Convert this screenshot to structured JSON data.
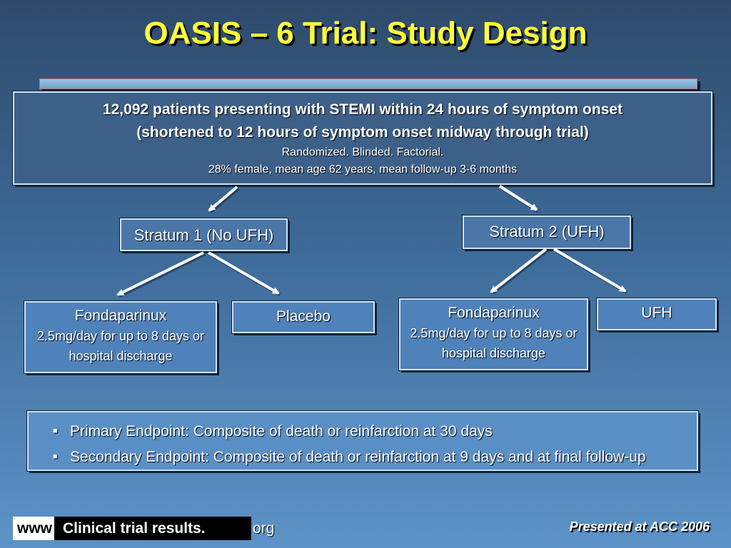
{
  "title": "OASIS – 6 Trial: Study Design",
  "population": {
    "line1": "12,092 patients presenting with STEMI within 24 hours of symptom onset",
    "line2": "(shortened to 12 hours of symptom onset midway through trial)",
    "line3": "Randomized. Blinded. Factorial.",
    "line4": "28% female, mean age 62 years, mean follow-up 3-6 months"
  },
  "strata": [
    {
      "label": "Stratum 1 (No UFH)"
    },
    {
      "label": "Stratum 2 (UFH)"
    }
  ],
  "arms": [
    {
      "name": "Fondaparinux",
      "detail": "2.5mg/day for up to 8 days or hospital discharge"
    },
    {
      "name": "Placebo"
    },
    {
      "name": "Fondaparinux",
      "detail": "2.5mg/day for up to 8 days or hospital discharge"
    },
    {
      "name": "UFH"
    }
  ],
  "endpoints": [
    "Primary Endpoint: Composite of  death or reinfarction at 30 days",
    "Secondary Endpoint: Composite of death or reinfarction at 9 days and at final follow-up"
  ],
  "footer": {
    "www": "www",
    "site": "Clinical trial results.",
    "tld": "org",
    "presented": "Presented at ACC 2006"
  },
  "colors": {
    "title": "#ffff33",
    "background_top": "#2e4a6a",
    "background_bottom": "#5d93c8"
  }
}
